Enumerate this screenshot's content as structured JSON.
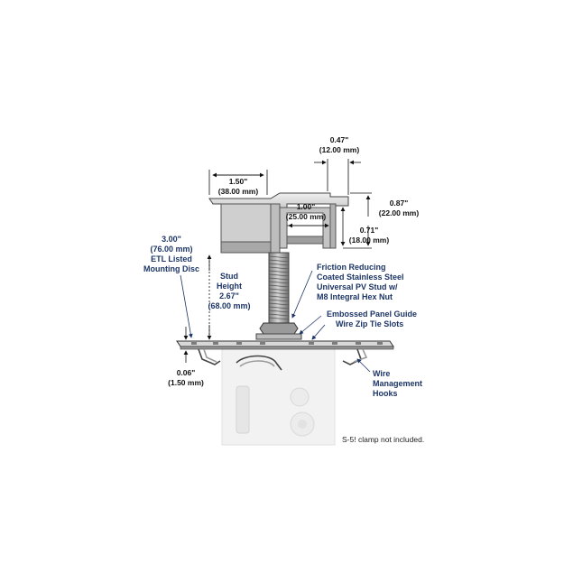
{
  "dimensions": {
    "top_width_in": "1.50\"",
    "top_width_mm": "(38.00 mm)",
    "slot_width_in": "0.47\"",
    "slot_width_mm": "(12.00 mm)",
    "inner_width_in": "1.00\"",
    "inner_width_mm": "(25.00 mm)",
    "height_a_in": "0.87\"",
    "height_a_mm": "(22.00 mm)",
    "height_b_in": "0.71\"",
    "height_b_mm": "(18.00 mm)",
    "disc_thickness_in": "0.06\"",
    "disc_thickness_mm": "(1.50 mm)"
  },
  "callouts": {
    "disc_line1": "3.00\"",
    "disc_line2": "(76.00 mm)",
    "disc_line3": "ETL Listed",
    "disc_line4": "Mounting Disc",
    "stud_line1": "Stud",
    "stud_line2": "Height",
    "stud_line3": "2.67\"",
    "stud_line4": "(68.00 mm)",
    "friction_line1": "Friction Reducing",
    "friction_line2": "Coated Stainless Steel",
    "friction_line3": "Universal PV Stud w/",
    "friction_line4": "M8 Integral Hex Nut",
    "guide_line1": "Embossed Panel Guide",
    "guide_line2": "Wire Zip Tie Slots",
    "hooks_line1": "Wire",
    "hooks_line2": "Management",
    "hooks_line3": "Hooks"
  },
  "note": "S-5! clamp not included.",
  "colors": {
    "accent": "#1c3566",
    "metal_light": "#dcdcdc",
    "metal_dark": "#8a8a8a",
    "clamp_ghost": "#f2f2f2"
  }
}
